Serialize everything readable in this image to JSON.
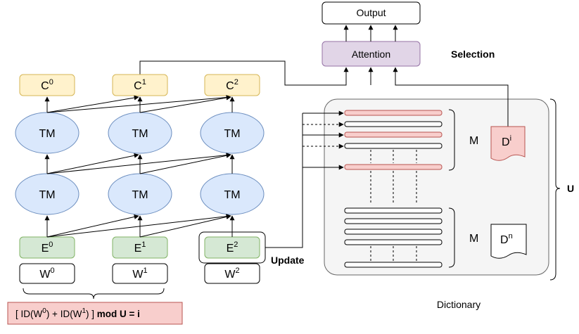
{
  "output": {
    "label": "Output"
  },
  "attention": {
    "label": "Attention"
  },
  "selection_label": "Selection",
  "update_label": "Update",
  "dictionary_label": "Dictionary",
  "u_label": "U",
  "memory_label": "M",
  "doc_i": {
    "base": "D",
    "sup": "i"
  },
  "doc_n": {
    "base": "D",
    "sup": "n"
  },
  "context_nodes": [
    {
      "base": "C",
      "sup": "0"
    },
    {
      "base": "C",
      "sup": "1"
    },
    {
      "base": "C",
      "sup": "2"
    }
  ],
  "tm_label": "TM",
  "embedding_nodes": [
    {
      "base": "E",
      "sup": "0"
    },
    {
      "base": "E",
      "sup": "1"
    },
    {
      "base": "E",
      "sup": "2"
    }
  ],
  "word_nodes": [
    {
      "base": "W",
      "sup": "0"
    },
    {
      "base": "W",
      "sup": "1"
    },
    {
      "base": "W",
      "sup": "2"
    }
  ],
  "formula": {
    "open": "[ ID(W",
    "sup0": "0",
    "mid": ") + ID(W",
    "sup1": "1",
    "close": ") ] ",
    "bold": "mod U = i"
  },
  "colors": {
    "context_fill": "#fff2cc",
    "context_stroke": "#d6b656",
    "tm_fill": "#dae8fc",
    "tm_stroke": "#6c8ebf",
    "embed_fill": "#d5e8d4",
    "embed_stroke": "#82b366",
    "attention_fill": "#e1d5e7",
    "attention_stroke": "#9673a6",
    "highlight_fill": "#f8cecc",
    "highlight_stroke": "#b85450",
    "dictionary_fill": "#f5f5f5",
    "dictionary_stroke": "#666666"
  }
}
